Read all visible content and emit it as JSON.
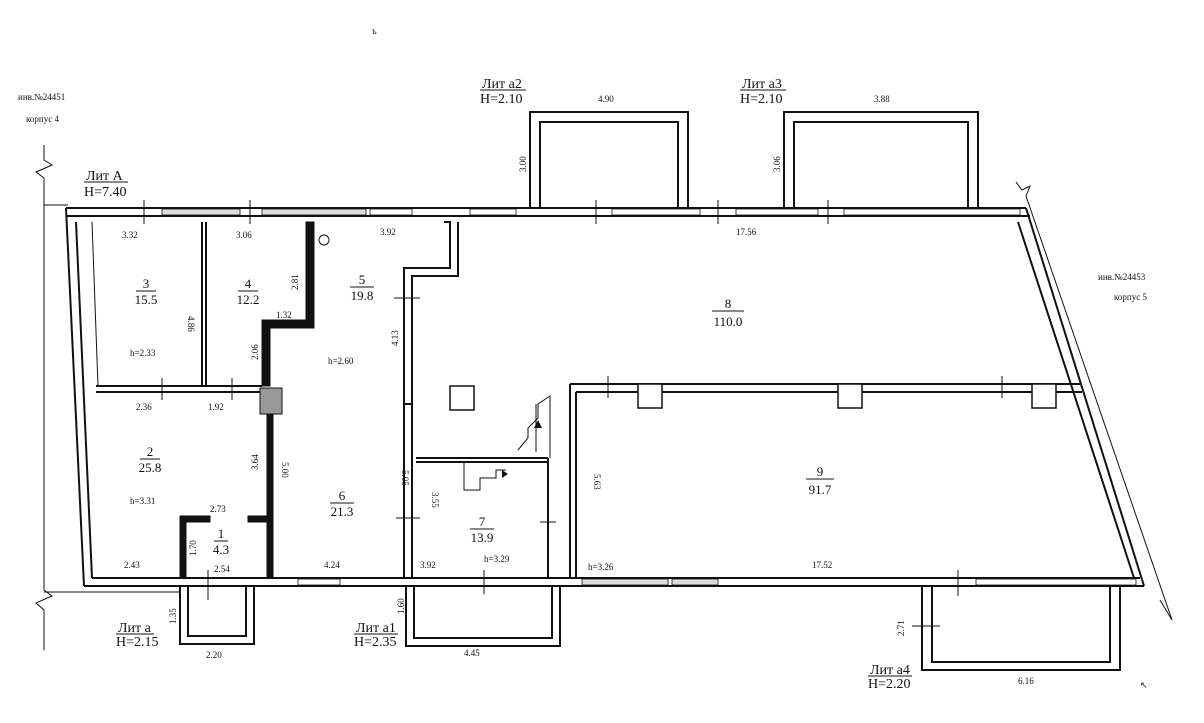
{
  "header": {
    "top_mark": "ъ",
    "left_ref": {
      "line1": "инв.№24451",
      "line2": "корпус 4"
    },
    "right_ref": {
      "line1": "инв.№24453",
      "line2": "корпус 5"
    }
  },
  "liters": [
    {
      "name": "Лит А",
      "height": "Н=7.40"
    },
    {
      "name": "Лит а2",
      "height": "Н=2.10"
    },
    {
      "name": "Лит а3",
      "height": "Н=2.10"
    },
    {
      "name": "Лит а",
      "height": "Н=2.15"
    },
    {
      "name": "Лит а1",
      "height": "Н=2.35"
    },
    {
      "name": "Лит а4",
      "height": "Н=2.20"
    }
  ],
  "rooms": [
    {
      "num": "1",
      "area": "4.3"
    },
    {
      "num": "2",
      "area": "25.8"
    },
    {
      "num": "3",
      "area": "15.5"
    },
    {
      "num": "4",
      "area": "12.2"
    },
    {
      "num": "5",
      "area": "19.8"
    },
    {
      "num": "6",
      "area": "21.3"
    },
    {
      "num": "7",
      "area": "13.9"
    },
    {
      "num": "8",
      "area": "110.0"
    },
    {
      "num": "9",
      "area": "91.7"
    }
  ],
  "heights": [
    "h=2.33",
    "h=2.60",
    "h=3.31",
    "h=3.29",
    "h=3.26"
  ],
  "dimensions": [
    "4.90",
    "3.00",
    "3.88",
    "3.06",
    "3.32",
    "3.06",
    "3.92",
    "17.56",
    "4.86",
    "2.81",
    "1.32",
    "2.06",
    "4.13",
    "2.36",
    "1.92",
    "3.64",
    "5.00",
    "5.05",
    "2.73",
    "3.55",
    "5.63",
    "1.70",
    "2.43",
    "2.54",
    "4.24",
    "3.92",
    "17.52",
    "1.35",
    "2.20",
    "1.60",
    "4.45",
    "2.71",
    "6.16"
  ],
  "corner_mark": "↖"
}
